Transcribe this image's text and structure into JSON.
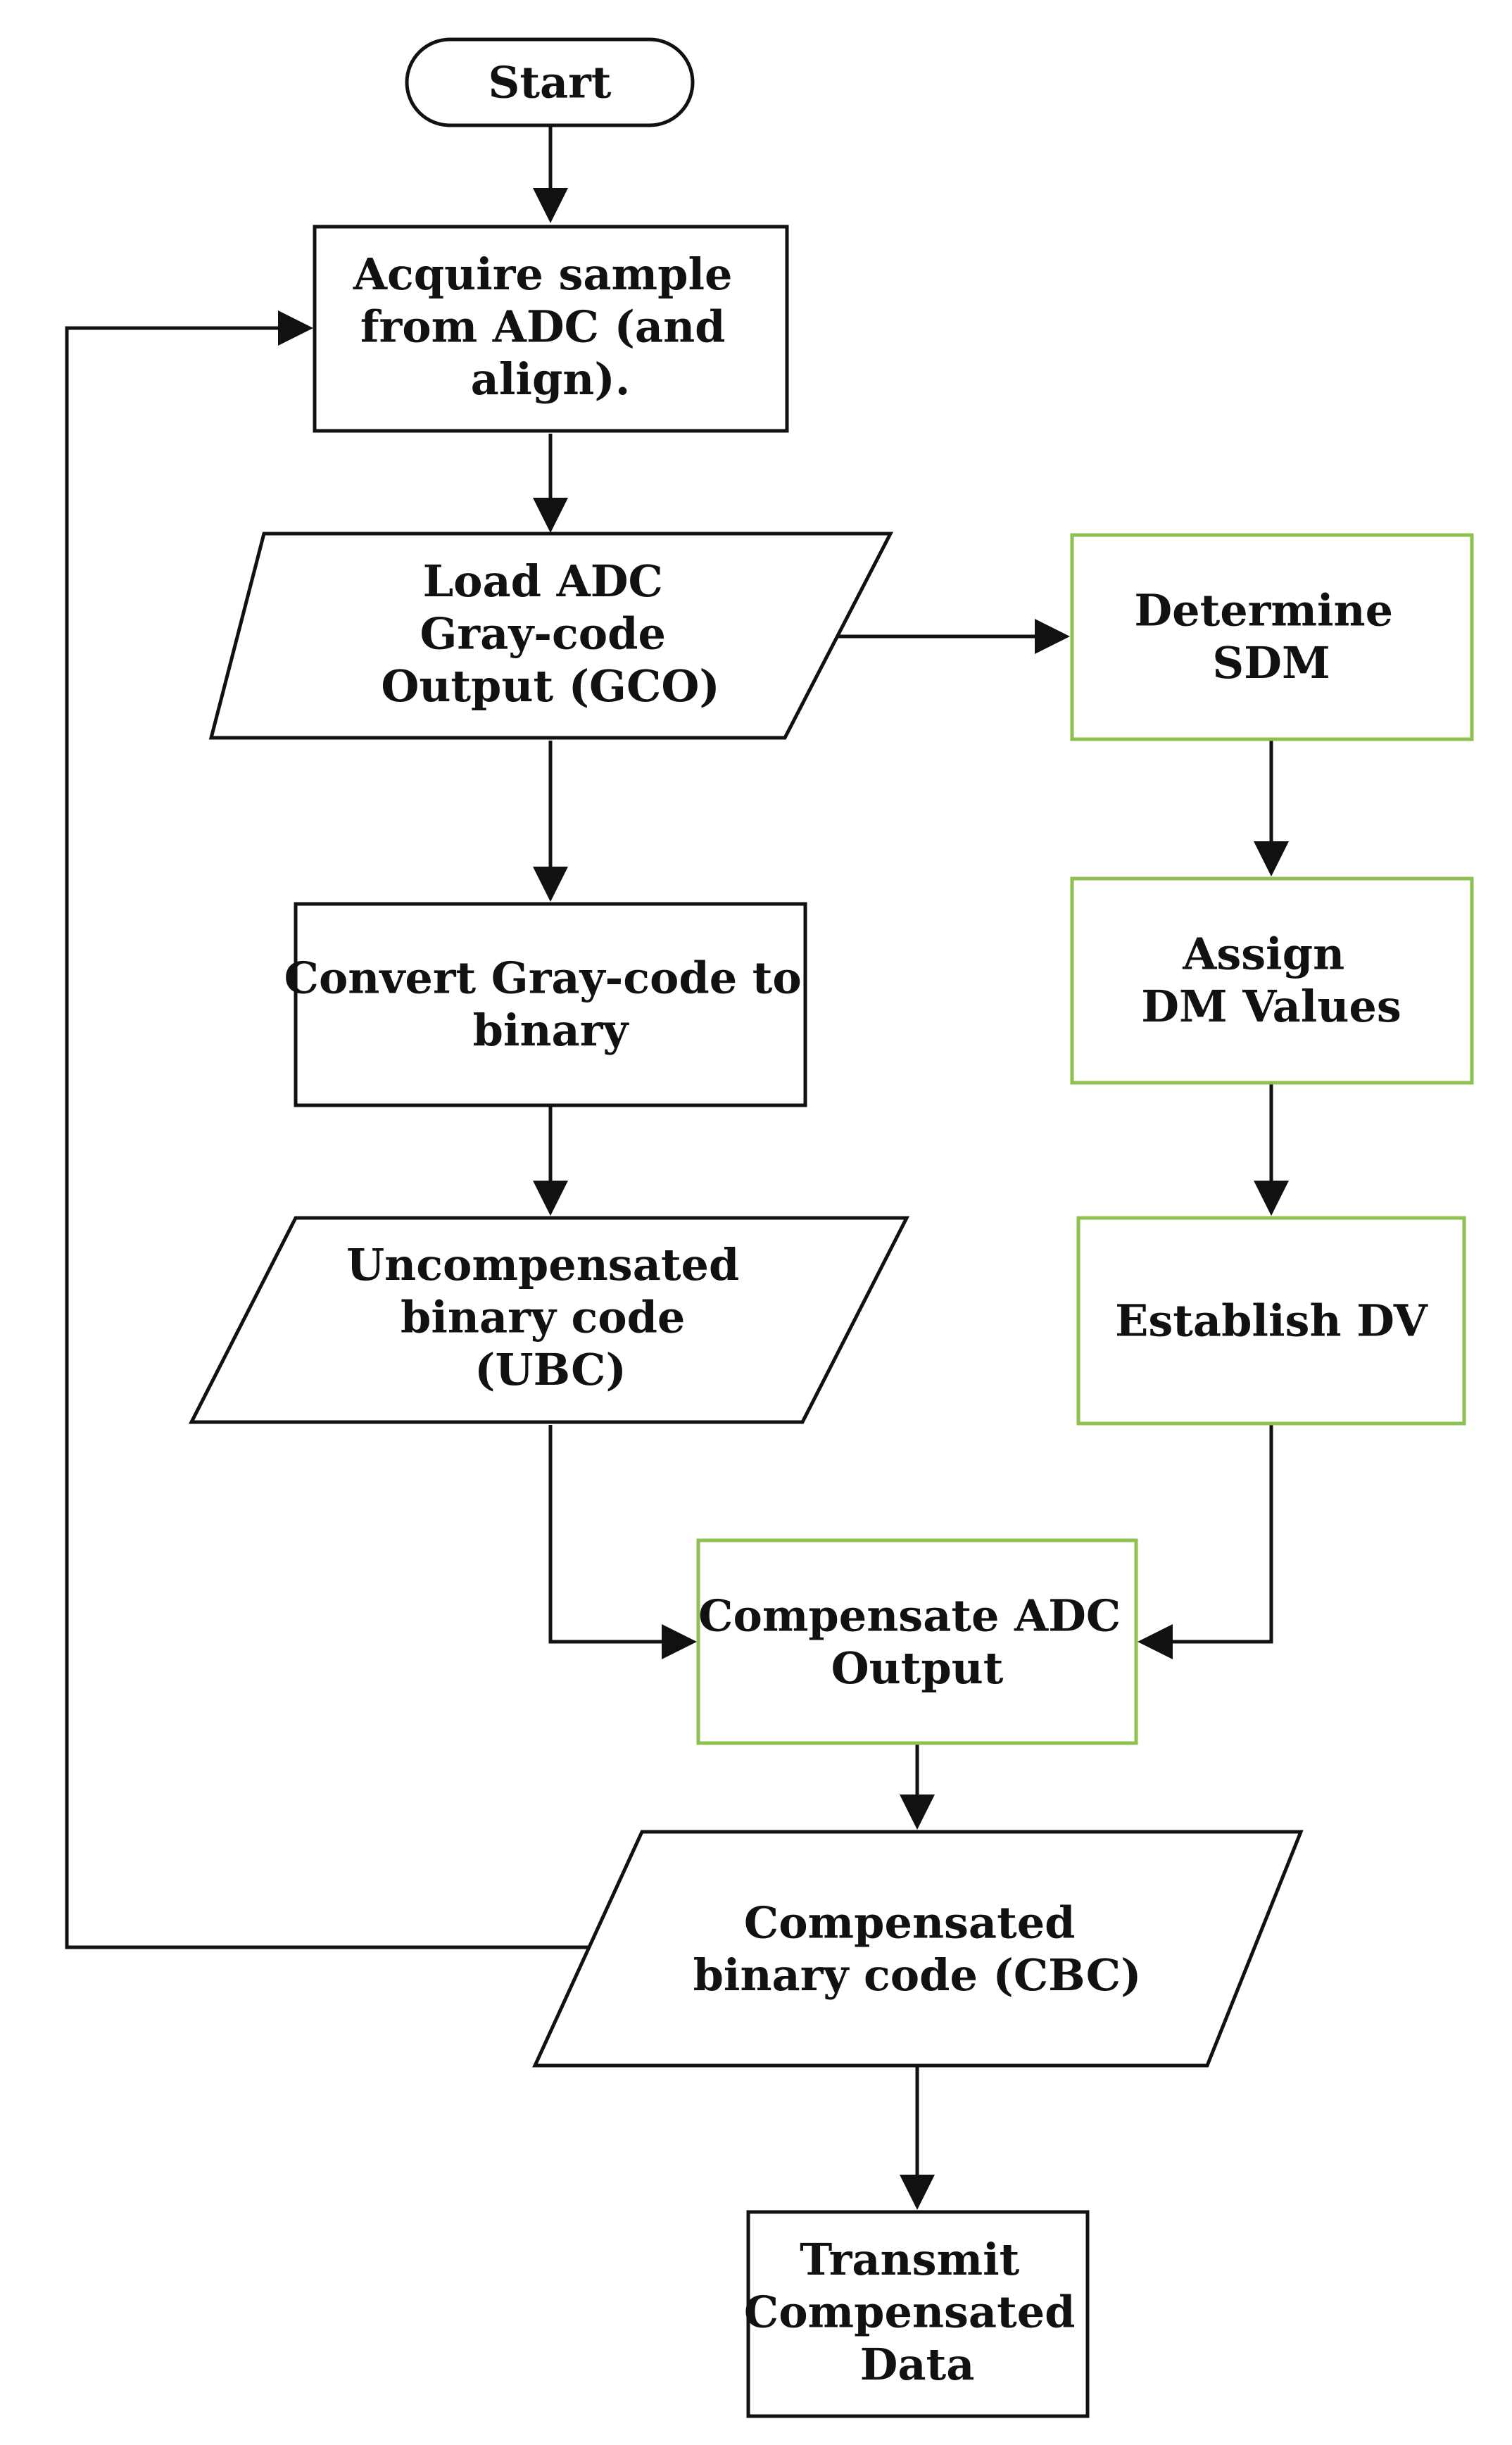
{
  "colors": {
    "standard_stroke": "#111111",
    "highlight_stroke": "#8CC152",
    "background": "#ffffff"
  },
  "nodes": {
    "start": {
      "kind": "terminal",
      "lines": [
        "Start"
      ]
    },
    "acquire_sample": {
      "kind": "process",
      "lines": [
        "Acquire sample",
        "from ADC (and",
        "align)."
      ]
    },
    "load_gco": {
      "kind": "data",
      "lines": [
        "Load ADC",
        "Gray-code",
        "Output (GCO)"
      ]
    },
    "convert_gray_code": {
      "kind": "process",
      "lines": [
        "Convert Gray-code to",
        "binary"
      ]
    },
    "ubc": {
      "kind": "data",
      "lines": [
        "Uncompensated",
        "binary code",
        "(UBC)"
      ]
    },
    "determine_sdm": {
      "kind": "process-highlight",
      "lines": [
        "Determine",
        "SDM"
      ]
    },
    "assign_dm_values": {
      "kind": "process-highlight",
      "lines": [
        "Assign",
        "DM Values"
      ]
    },
    "establish_dv": {
      "kind": "process-highlight",
      "lines": [
        "Establish DV"
      ]
    },
    "compensate_adc_output": {
      "kind": "process-highlight",
      "lines": [
        "Compensate ADC",
        "Output"
      ]
    },
    "cbc": {
      "kind": "data",
      "lines": [
        "Compensated",
        "binary code (CBC)"
      ]
    },
    "transmit_data": {
      "kind": "process",
      "lines": [
        "Transmit",
        "Compensated",
        "Data"
      ]
    }
  }
}
